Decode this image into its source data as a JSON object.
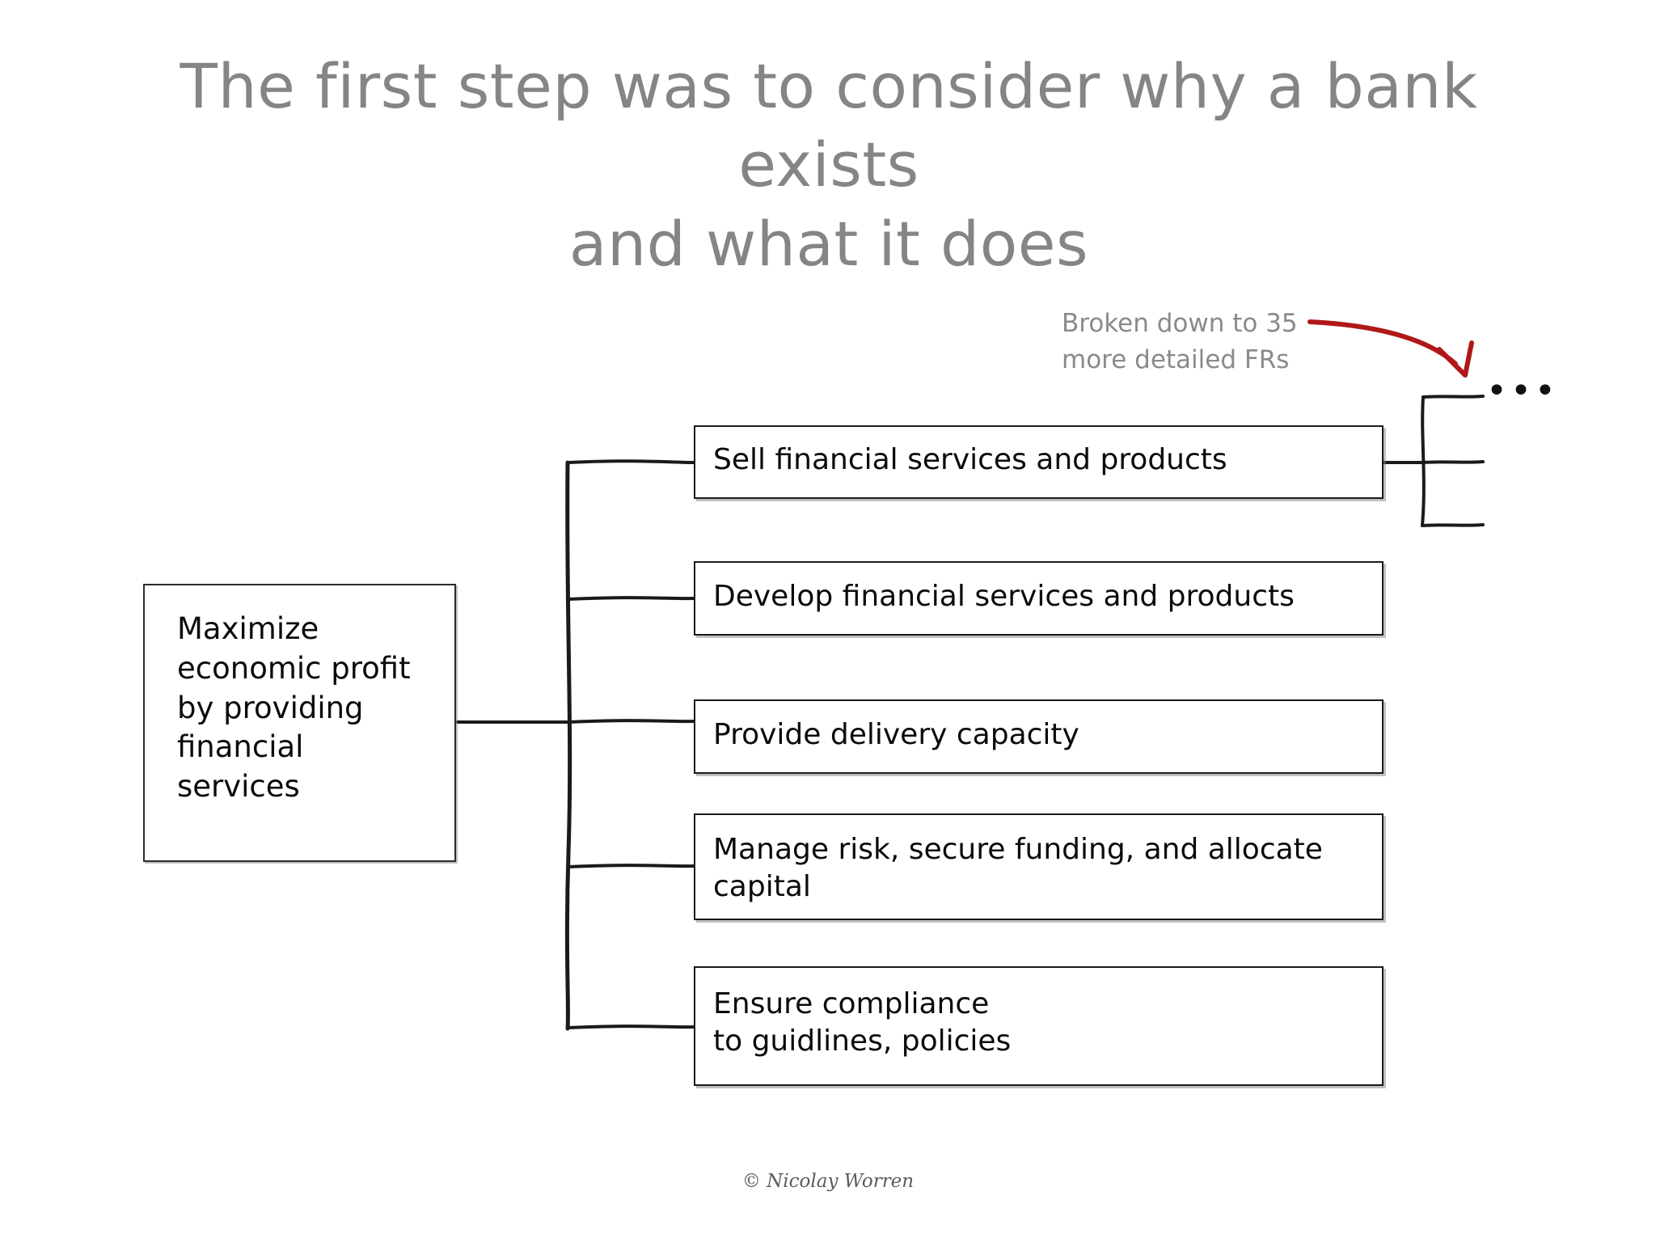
{
  "slide": {
    "background_color": "#ffffff",
    "title": "The first step was to consider why a bank exists\nand what it does",
    "title_color": "#858585"
  },
  "root_node": {
    "label": "Maximize\neconomic profit\nby providing\nfinancial\nservices",
    "text_color": "#0b0b0b",
    "border_color": "#2b2b2b"
  },
  "children": [
    {
      "label": "Sell financial services and products"
    },
    {
      "label": "Develop financial services and products"
    },
    {
      "label": "Provide delivery capacity"
    },
    {
      "label": "Manage risk,  secure funding, and allocate\ncapital"
    },
    {
      "label": "Ensure compliance\nto guidlines, policies"
    }
  ],
  "annotation": {
    "text": "Broken down to 35\nmore detailed FRs",
    "text_color": "#8a8a8a",
    "arrow_color": "#b01818"
  },
  "expansion": {
    "ellipsis": "•••",
    "branch_count": 3
  },
  "footer": {
    "credit": "© Nicolay Worren"
  }
}
